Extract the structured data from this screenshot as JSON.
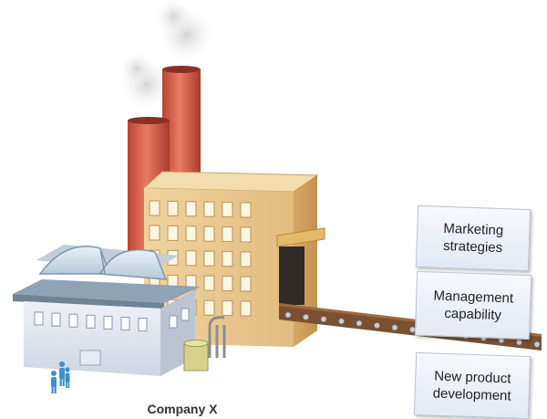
{
  "diagram": {
    "company_label": "Company X",
    "cards": [
      {
        "id": "marketing",
        "label": "Marketing\nstrategies"
      },
      {
        "id": "management",
        "label": "Management\ncapability"
      },
      {
        "id": "newproduct",
        "label": "New product\ndevelopment"
      }
    ]
  },
  "colors": {
    "chimney": "#d9634e",
    "factory_wall": "#e8c48c",
    "warehouse_wall": "#dde3ec",
    "conveyor": "#7a5030",
    "workers": "#3b8fd0"
  }
}
